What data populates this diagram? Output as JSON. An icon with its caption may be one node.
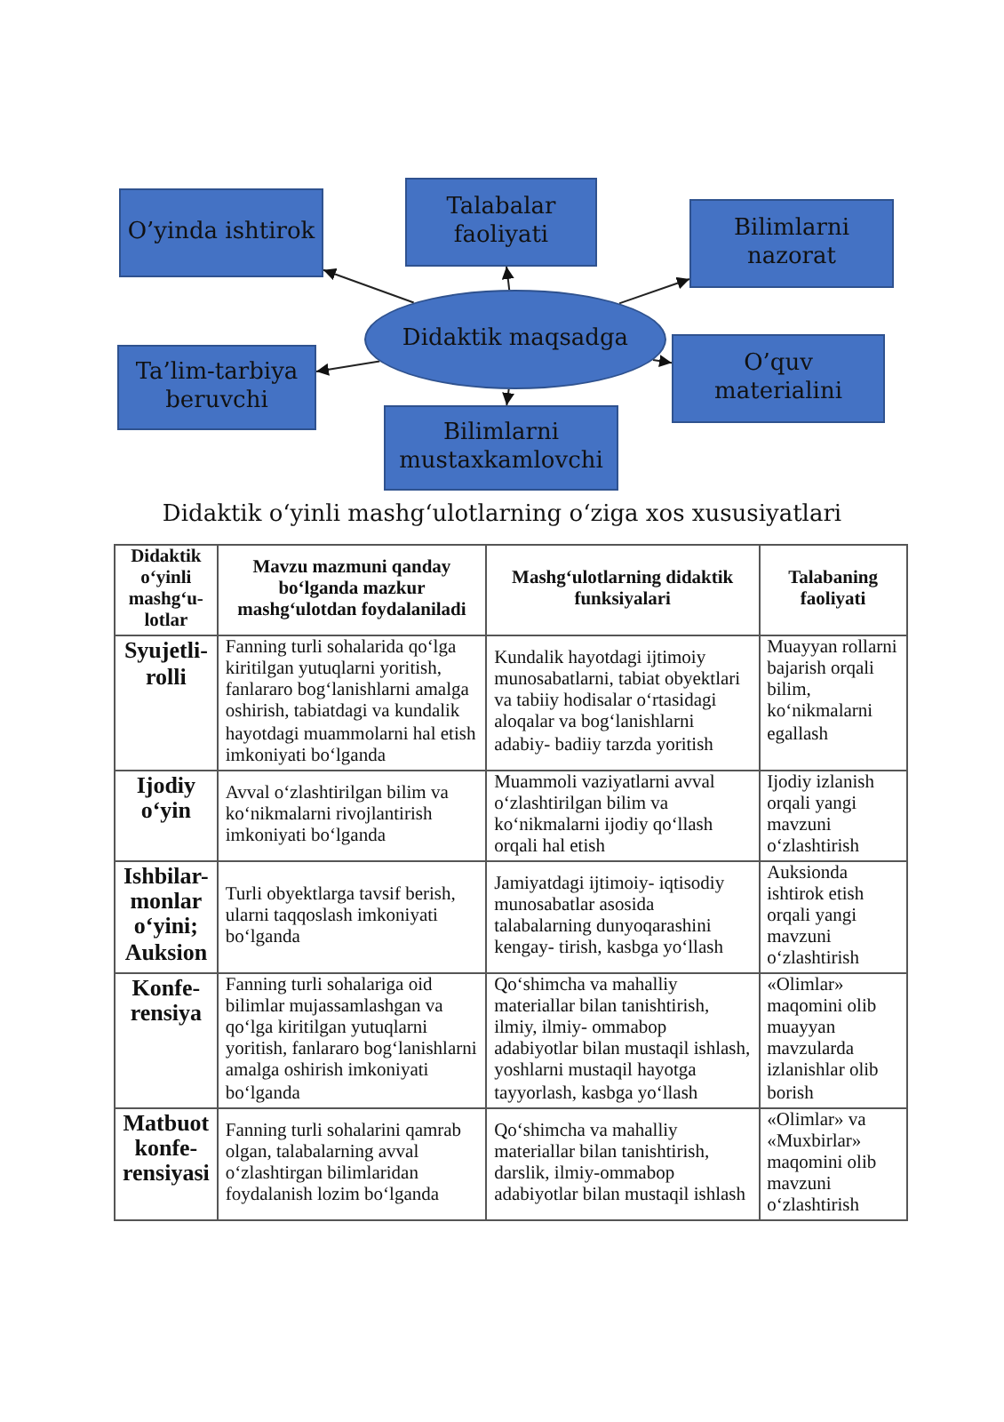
{
  "diagram": {
    "title": "Didaktik o‘yinli mashg‘ulotlarning o‘ziga xos xususiyatlari",
    "nodes": [
      {
        "text": [
          "O’yinda ishtirok"
        ]
      },
      {
        "text": [
          "Talabalar faoliyati"
        ]
      },
      {
        "text": [
          "Bilimlarni nazorat"
        ]
      },
      {
        "text": [
          "Didaktik maqsadga"
        ]
      },
      {
        "text": [
          "Ta’lim-tarbiya beruvchi"
        ]
      },
      {
        "text": [
          "O’quv materialini"
        ]
      },
      {
        "text": [
          "Bilimlarni mustaxkamlovchi"
        ]
      }
    ],
    "edges": [
      {
        "from": 3,
        "to": 0,
        "arrow": "to"
      },
      {
        "from": 3,
        "to": 1,
        "arrow": "to"
      },
      {
        "from": 3,
        "to": 2,
        "arrow": "to"
      },
      {
        "from": 3,
        "to": 4,
        "arrow": "to"
      },
      {
        "from": 3,
        "to": 5,
        "arrow": "to"
      },
      {
        "from": 3,
        "to": 6,
        "arrow": "to"
      }
    ],
    "labels": [
      "Didaktik o‘yinli mashg‘u-lotlar",
      "Mavzu mazmuni qanday bo‘lganda mazkur mashg‘ulotdan foydalaniladi",
      "Mashg‘ulotlarning didaktik funksiyalari",
      "Talabaning faoliyati",
      "Syujetli-rolli",
      "Fanning turli sohalarida qo‘lga kiritilgan yutuqlarni yoritish, fanlararo bog‘lanishlarni amalga oshirish, tabiatdagi va kundalik hayotdagi muammolarni hal etish imkoniyati bo‘lganda",
      "Kundalik hayotdagi ijtimoiy munosabatlarni, tabiat obyektlari va tabiiy hodisalar o‘rtasidagi aloqalar va bog‘lanishlarni adabiy- badiiy tarzda yoritish",
      "Muayyan rollarni bajarish orqali bilim, ko‘nikmalarni egallash",
      "Ijodiy o‘yin",
      "Avval o‘zlashtirilgan bilim va ko‘nikmalarni rivojlantirish imkoniyati bo‘lganda",
      "Muammoli vaziyatlarni avval o‘zlashtirilgan bilim va ko‘nikmalarni ijodiy qo‘llash orqali hal etish",
      "Ijodiy izlanish orqali yangi mavzuni o‘zlashtirish",
      "Ishbilar-monlar o‘yini; Auksion",
      "Turli obyektlarga tavsif berish, ularni taqqoslash imkoniyati bo‘lganda",
      "Jamiyatdagi ijtimoiy- iqtisodiy munosabatlar asosida talabalarning dunyoqarashini kengay- tirish, kasbga yo‘llash",
      "Auksionda ishtirok etish orqali yangi mavzuni o‘zlashtirish",
      "Konfe-rensiya",
      "Fanning turli sohalariga oid bilimlar mujassamlashgan va qo‘lga kiritilgan yutuqlarni yoritish, fanlararo bog‘lanishlarni amalga oshirish imkoniyati bo‘lganda",
      "Qo‘shimcha va mahalliy materiallar bilan tanishtirish, ilmiy, ilmiy- ommabop adabiyotlar bilan mustaqil ishlash, yoshlarni mustaqil hayotga tayyorlash, kasbga yo‘llash",
      "«Olimlar» maqomini olib muayyan mavzularda izlanishlar olib borish",
      "Matbuot konfe-rensiyasi",
      "Fanning turli sohalarini qamrab olgan, talabalarning avval o‘zlashtirgan bilimlaridan foydalanish lozim bo‘lganda",
      "Qo‘shimcha va mahalliy materiallar bilan tanishtirish, darslik, ilmiy-ommabop adabiyotlar bilan mustaqil ishlash",
      "«Olimlar» va «Muxbirlar» maqomini olib mavzuni o‘zlashtirish"
    ]
  }
}
